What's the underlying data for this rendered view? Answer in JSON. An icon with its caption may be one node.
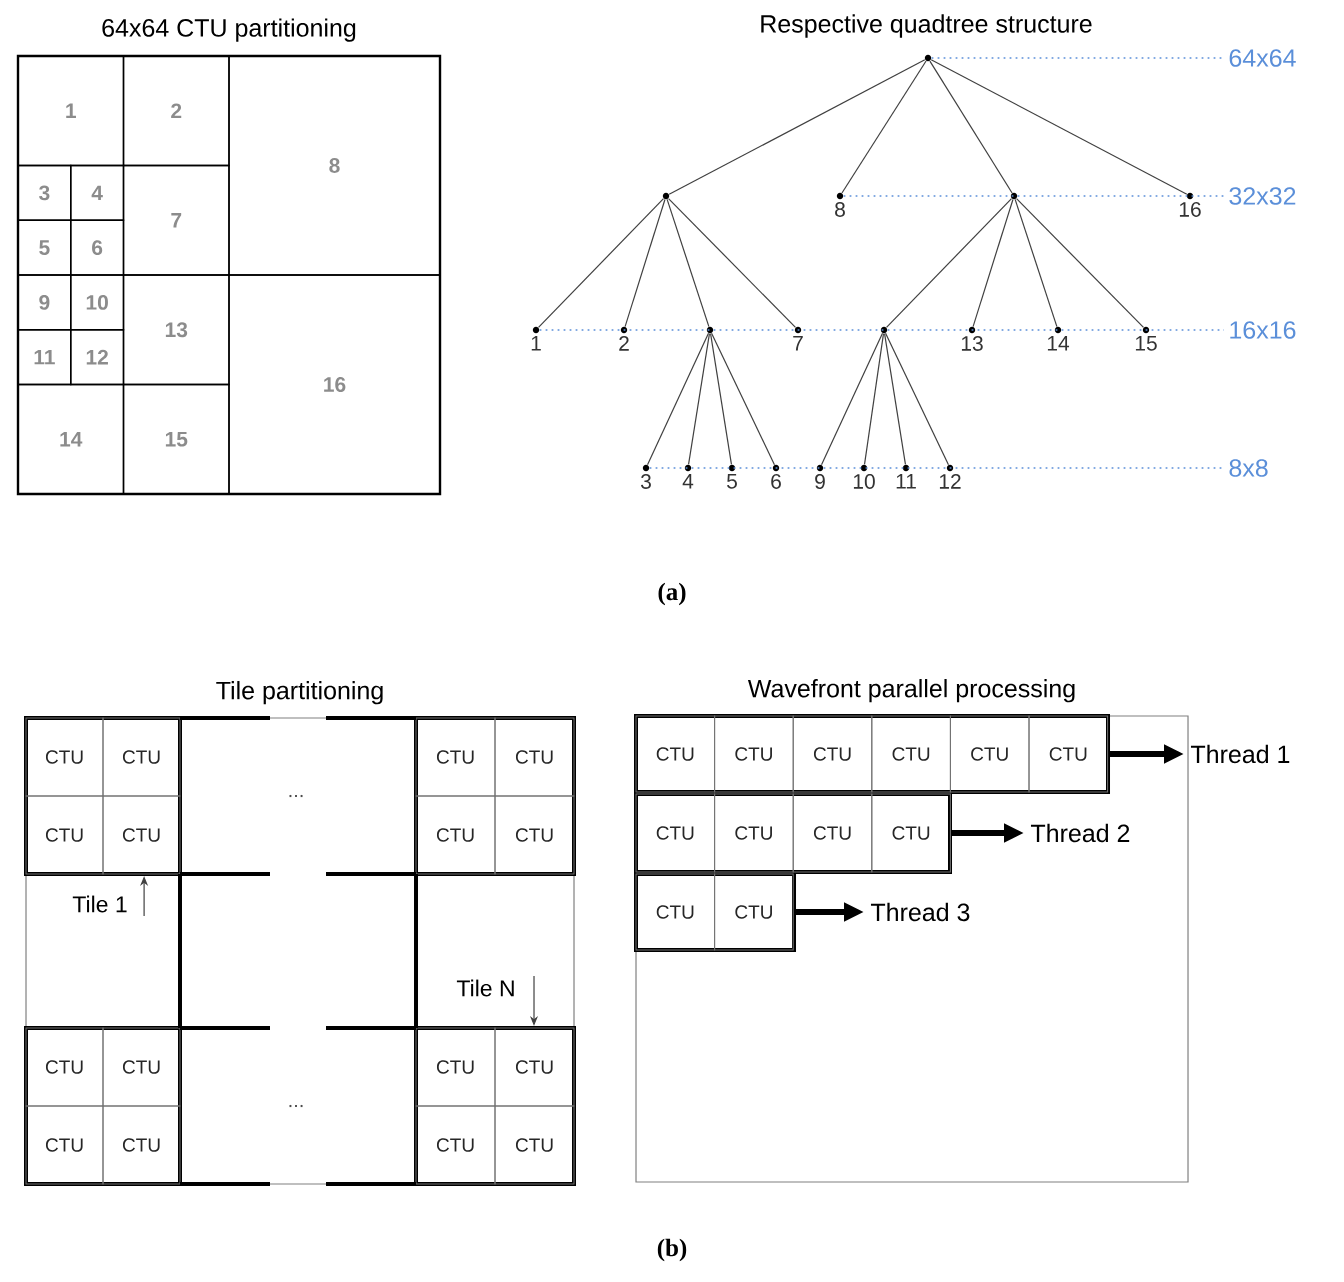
{
  "diagram": {
    "nodes": [
      {
        "text": [
          "64x64 CTU partitioning"
        ]
      },
      {
        "text": [
          "1"
        ],
        "in": 0
      },
      {
        "text": [
          "2"
        ],
        "in": 0
      },
      {
        "text": [
          "3"
        ],
        "in": 0
      },
      {
        "text": [
          "4"
        ],
        "in": 0
      },
      {
        "text": [
          "5"
        ],
        "in": 0
      },
      {
        "text": [
          "6"
        ],
        "in": 0
      },
      {
        "text": [
          "7"
        ],
        "in": 0
      },
      {
        "text": [
          "8"
        ],
        "in": 0
      },
      {
        "text": [
          "9"
        ],
        "in": 0
      },
      {
        "text": [
          "10"
        ],
        "in": 0
      },
      {
        "text": [
          "11"
        ],
        "in": 0
      },
      {
        "text": [
          "12"
        ],
        "in": 0
      },
      {
        "text": [
          "13"
        ],
        "in": 0
      },
      {
        "text": [
          "14"
        ],
        "in": 0
      },
      {
        "text": [
          "15"
        ],
        "in": 0
      },
      {
        "text": [
          "16"
        ],
        "in": 0
      },
      {
        "text": [],
        "shape": "circle"
      },
      {
        "text": [],
        "shape": "circle"
      },
      {
        "text": [
          "8"
        ]
      },
      {
        "text": [],
        "shape": "circle"
      },
      {
        "text": [
          "16"
        ]
      },
      {
        "text": [
          "1"
        ]
      },
      {
        "text": [
          "2"
        ]
      },
      {
        "text": [],
        "shape": "circle"
      },
      {
        "text": [
          "7"
        ]
      },
      {
        "text": [],
        "shape": "circle"
      },
      {
        "text": [
          "13"
        ]
      },
      {
        "text": [
          "14"
        ]
      },
      {
        "text": [
          "15"
        ]
      },
      {
        "text": [
          "3"
        ]
      },
      {
        "text": [
          "4"
        ]
      },
      {
        "text": [
          "5"
        ]
      },
      {
        "text": [
          "6"
        ]
      },
      {
        "text": [
          "9"
        ]
      },
      {
        "text": [
          "10"
        ]
      },
      {
        "text": [
          "11"
        ]
      },
      {
        "text": [
          "12"
        ]
      },
      {
        "text": [
          "Tile partitioning"
        ]
      },
      {
        "text": [],
        "shape": "box",
        "in": 38
      },
      {
        "text": [],
        "shape": "box",
        "in": 38
      },
      {
        "text": [],
        "shape": "box",
        "in": 38
      },
      {
        "text": [],
        "shape": "box",
        "in": 38
      },
      {
        "text": [
          "CTU"
        ],
        "in": 39
      },
      {
        "text": [
          "CTU"
        ],
        "in": 39
      },
      {
        "text": [
          "CTU"
        ],
        "in": 39
      },
      {
        "text": [
          "CTU"
        ],
        "in": 39
      },
      {
        "text": [
          "CTU"
        ],
        "in": 40
      },
      {
        "text": [
          "CTU"
        ],
        "in": 40
      },
      {
        "text": [
          "CTU"
        ],
        "in": 40
      },
      {
        "text": [
          "CTU"
        ],
        "in": 40
      },
      {
        "text": [
          "CTU"
        ],
        "in": 41
      },
      {
        "text": [
          "CTU"
        ],
        "in": 41
      },
      {
        "text": [
          "CTU"
        ],
        "in": 41
      },
      {
        "text": [
          "CTU"
        ],
        "in": 41
      },
      {
        "text": [
          "CTU"
        ],
        "in": 42
      },
      {
        "text": [
          "CTU"
        ],
        "in": 42
      },
      {
        "text": [
          "CTU"
        ],
        "in": 42
      },
      {
        "text": [
          "CTU"
        ],
        "in": 42
      },
      {
        "text": [
          "Tile 1"
        ],
        "in": 38
      },
      {
        "text": [
          "Tile N"
        ],
        "in": 38
      },
      {
        "text": [
          "Wavefront parallel processing"
        ]
      },
      {
        "text": [],
        "shape": "box",
        "in": 61
      },
      {
        "text": [],
        "shape": "box",
        "in": 61
      },
      {
        "text": [],
        "shape": "box",
        "in": 61
      },
      {
        "text": [
          "CTU"
        ],
        "in": 62
      },
      {
        "text": [
          "CTU"
        ],
        "in": 62
      },
      {
        "text": [
          "CTU"
        ],
        "in": 62
      },
      {
        "text": [
          "CTU"
        ],
        "in": 62
      },
      {
        "text": [
          "CTU"
        ],
        "in": 62
      },
      {
        "text": [
          "CTU"
        ],
        "in": 62
      },
      {
        "text": [
          "CTU"
        ],
        "in": 63
      },
      {
        "text": [
          "CTU"
        ],
        "in": 63
      },
      {
        "text": [
          "CTU"
        ],
        "in": 63
      },
      {
        "text": [
          "CTU"
        ],
        "in": 63
      },
      {
        "text": [
          "CTU"
        ],
        "in": 64
      },
      {
        "text": [
          "CTU"
        ],
        "in": 64
      },
      {
        "text": [
          "Thread 1"
        ]
      },
      {
        "text": [
          "Thread 2"
        ],
        "in": 61
      },
      {
        "text": [
          "Thread 3"
        ],
        "in": 61
      },
      {
        "text": [
          "64x64"
        ]
      },
      {
        "text": [
          "32x32"
        ]
      },
      {
        "text": [
          "16x16"
        ]
      },
      {
        "text": [
          "8x8"
        ]
      }
    ],
    "edges": [
      {
        "from": 17,
        "to": 18,
        "arrow": "none"
      },
      {
        "from": 17,
        "to": 19,
        "arrow": "none"
      },
      {
        "from": 17,
        "to": 20,
        "arrow": "none"
      },
      {
        "from": 17,
        "to": 21,
        "arrow": "none"
      },
      {
        "from": 18,
        "to": 22,
        "arrow": "none"
      },
      {
        "from": 18,
        "to": 23,
        "arrow": "none"
      },
      {
        "from": 18,
        "to": 24,
        "arrow": "none"
      },
      {
        "from": 18,
        "to": 25,
        "arrow": "none"
      },
      {
        "from": 20,
        "to": 26,
        "arrow": "none"
      },
      {
        "from": 20,
        "to": 27,
        "arrow": "none"
      },
      {
        "from": 20,
        "to": 28,
        "arrow": "none"
      },
      {
        "from": 20,
        "to": 29,
        "arrow": "none"
      },
      {
        "from": 24,
        "to": 30,
        "arrow": "none"
      },
      {
        "from": 24,
        "to": 31,
        "arrow": "none"
      },
      {
        "from": 24,
        "to": 32,
        "arrow": "none"
      },
      {
        "from": 24,
        "to": 33,
        "arrow": "none"
      },
      {
        "from": 26,
        "to": 34,
        "arrow": "none"
      },
      {
        "from": 26,
        "to": 35,
        "arrow": "none"
      },
      {
        "from": 26,
        "to": 36,
        "arrow": "none"
      },
      {
        "from": 26,
        "to": 37,
        "arrow": "none"
      },
      {
        "from": 59,
        "to": 39,
        "arrow": "to"
      },
      {
        "from": 60,
        "to": 42,
        "arrow": "to"
      },
      {
        "from": 62,
        "to": 77,
        "arrow": "to",
        "style": "thick"
      },
      {
        "from": 63,
        "to": 78,
        "arrow": "to",
        "style": "thick"
      },
      {
        "from": 64,
        "to": 79,
        "arrow": "to",
        "style": "thick"
      },
      {
        "from": 17,
        "to": 80,
        "arrow": "none",
        "style": "dashed",
        "color": "#5b8fd9"
      },
      {
        "from": 19,
        "to": 81,
        "arrow": "none",
        "style": "dashed",
        "color": "#5b8fd9"
      },
      {
        "from": 22,
        "to": 82,
        "arrow": "none",
        "style": "dashed",
        "color": "#5b8fd9"
      },
      {
        "from": 30,
        "to": 83,
        "arrow": "none",
        "style": "dashed",
        "color": "#5b8fd9"
      }
    ],
    "labels": [
      "Respective quadtree structure",
      "(a)",
      "...",
      "...",
      "(b)"
    ]
  }
}
